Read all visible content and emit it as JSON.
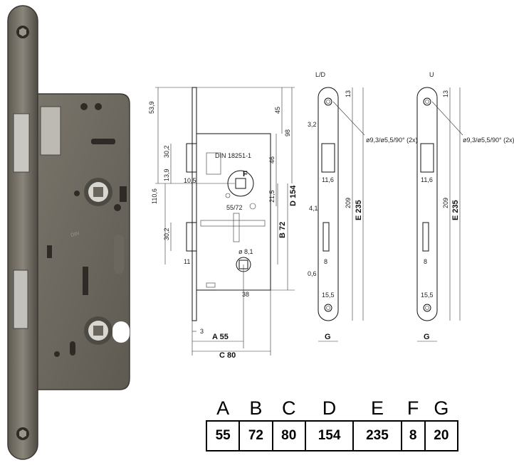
{
  "photo": {
    "stamp_text": "DIN"
  },
  "front_view": {
    "dims_left": [
      "53,9",
      "30,2",
      "13,9",
      "110,6",
      "30,2"
    ],
    "dims_right": [
      "45",
      "98",
      "46",
      "21,5",
      "B 72",
      "D 154"
    ],
    "dims_inner": [
      "10,5",
      "11",
      "ø 8,1",
      "38",
      "3"
    ],
    "dims_bottom": [
      "A 55",
      "C 80"
    ],
    "plate_text": "DIN 18251-1",
    "label_f": "F",
    "small_text": "55/72"
  },
  "plate_ld": {
    "title": "L/D",
    "dims": [
      "13",
      "3,2",
      "11,6",
      "4,1",
      "8",
      "0,6",
      "15,5",
      "209",
      "E 235"
    ],
    "hole_note": "ø9,3/ø5,5/90° (2x)",
    "width_label": "G"
  },
  "plate_u": {
    "title": "U",
    "dims": [
      "13",
      "11,6",
      "8",
      "15,5",
      "209",
      "E 235"
    ],
    "hole_note": "ø9,3/ø5,5/90° (2x)",
    "width_label": "G"
  },
  "spec_table": {
    "headers": [
      "A",
      "B",
      "C",
      "D",
      "E",
      "F",
      "G"
    ],
    "values": [
      "55",
      "72",
      "80",
      "154",
      "235",
      "8",
      "20"
    ]
  }
}
